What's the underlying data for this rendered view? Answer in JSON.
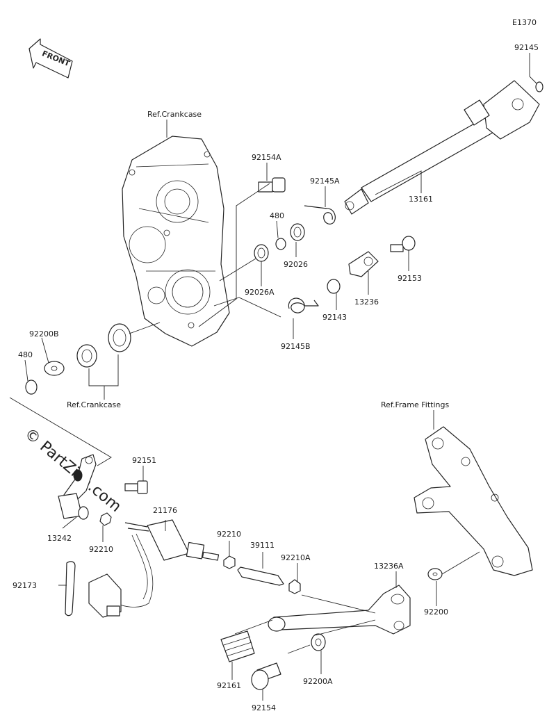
{
  "diagram_code": "E1370",
  "front_label": "FRONT",
  "watermark": "© PartZilla.com",
  "references": {
    "crankcase_top": "Ref.Crankcase",
    "crankcase_bottom": "Ref.Crankcase",
    "frame_fittings": "Ref.Frame Fittings"
  },
  "parts": {
    "p92145": "92145",
    "p92154A": "92154A",
    "p92145A": "92145A",
    "p13161": "13161",
    "p480_top": "480",
    "p92026": "92026",
    "p92153": "92153",
    "p92026A": "92026A",
    "p13236": "13236",
    "p92143": "92143",
    "p92145B": "92145B",
    "p92200B": "92200B",
    "p480_left": "480",
    "p92151": "92151",
    "p13242": "13242",
    "p92210_left": "92210",
    "p21176": "21176",
    "p92210_mid": "92210",
    "p39111": "39111",
    "p92210A": "92210A",
    "p13236A": "13236A",
    "p92173": "92173",
    "p92200": "92200",
    "p92161": "92161",
    "p92200A": "92200A",
    "p92154": "92154"
  }
}
